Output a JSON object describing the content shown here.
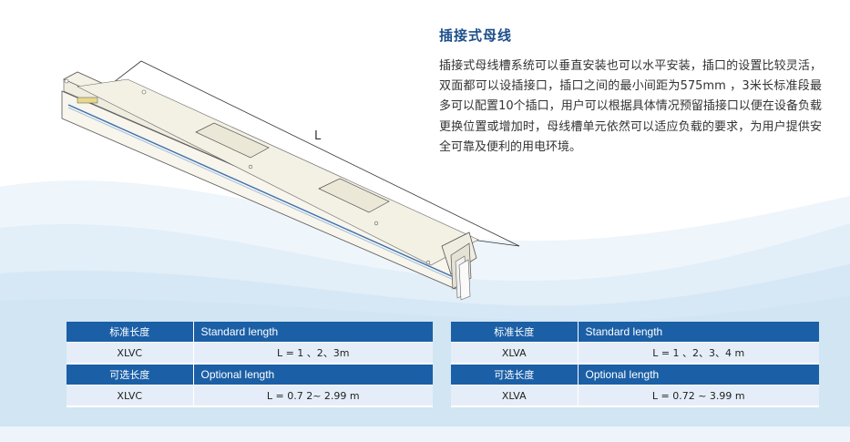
{
  "section": {
    "title": "插接式母线",
    "body": "插接式母线槽系统可以垂直安装也可以水平安装，插口的设置比较灵活，双面都可以设插接口，插口之间的最小间距为575mm ，3米长标准段最多可以配置10个插口，用户可以根据具体情况预留插接口以便在设备负载更换位置或增加时，母线槽单元依然可以适应负载的要求，为用户提供安全可靠及便利的用电环境。"
  },
  "diagram": {
    "length_label": "L"
  },
  "tables": [
    {
      "standard_header_cn": "标准长度",
      "standard_header_en": "Standard length",
      "standard_model": "XLVC",
      "standard_value": "L = 1 、2、3m",
      "optional_header_cn": "可选长度",
      "optional_header_en": "Optional length",
      "optional_model": "XLVC",
      "optional_value": "L = 0.7 2~ 2.99 m"
    },
    {
      "standard_header_cn": "标准长度",
      "standard_header_en": "Standard length",
      "standard_model": "XLVA",
      "standard_value": "L = 1 、2、3、4 m",
      "optional_header_cn": "可选长度",
      "optional_header_en": "Optional length",
      "optional_model": "XLVA",
      "optional_value": "L = 0.72 ~ 3.99 m"
    }
  ],
  "colors": {
    "title": "#1c4e8b",
    "table_header": "#1b5fa6",
    "table_row": "#e5eef8",
    "wave": "#d6e8f5"
  }
}
